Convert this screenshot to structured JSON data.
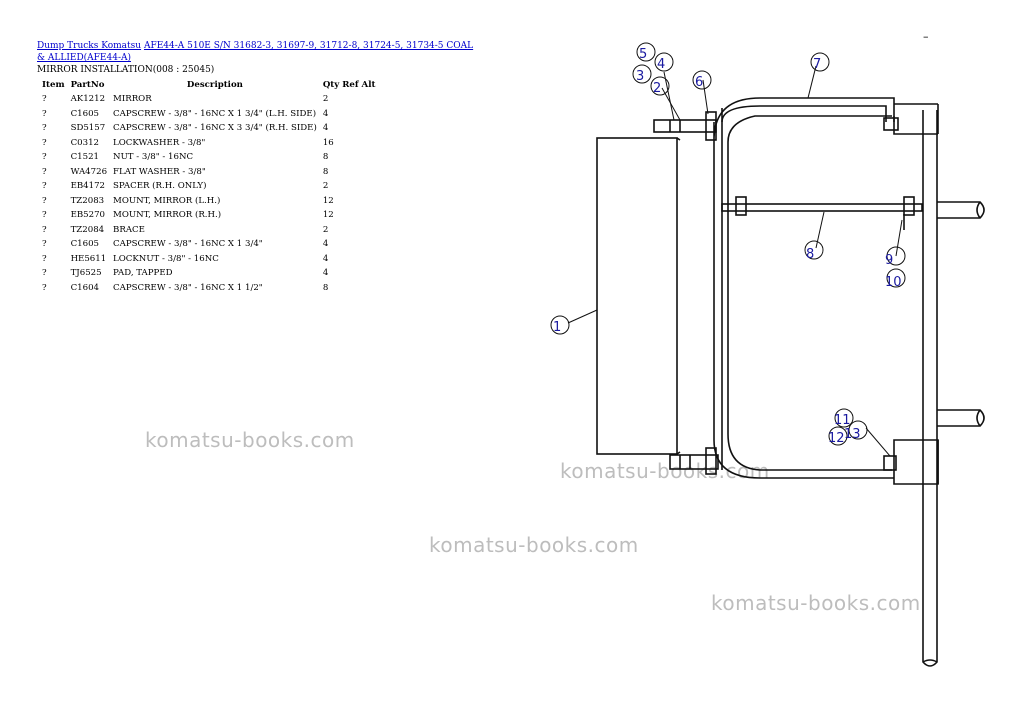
{
  "header": {
    "link_brand": "Dump Trucks Komatsu",
    "link_model": "AFE44-A 510E S/N 31682-3, 31697-9, 31712-8, 31724-5, 31734-5 COAL & ALLIED(AFE44-A)",
    "section": "MIRROR INSTALLATION(008 : 25045)"
  },
  "table": {
    "headers": [
      "Item",
      "PartNo",
      "Description",
      "Qty Ref Alt"
    ],
    "rows": [
      {
        "item": "?",
        "partno": "AK1212",
        "desc": "MIRROR",
        "qty": "2"
      },
      {
        "item": "?",
        "partno": "C1605",
        "desc": "CAPSCREW - 3/8\" - 16NC X 1 3/4\" (L.H. SIDE)",
        "qty": "4"
      },
      {
        "item": "?",
        "partno": "SD5157",
        "desc": "CAPSCREW - 3/8\" - 16NC X 3 3/4\" (R.H. SIDE)",
        "qty": "4"
      },
      {
        "item": "?",
        "partno": "C0312",
        "desc": "LOCKWASHER - 3/8\"",
        "qty": "16"
      },
      {
        "item": "?",
        "partno": "C1521",
        "desc": "NUT - 3/8\" - 16NC",
        "qty": "8"
      },
      {
        "item": "?",
        "partno": "WA4726",
        "desc": "FLAT WASHER - 3/8\"",
        "qty": "8"
      },
      {
        "item": "?",
        "partno": "EB4172",
        "desc": "SPACER (R.H. ONLY)",
        "qty": "2"
      },
      {
        "item": "?",
        "partno": "TZ2083",
        "desc": "MOUNT, MIRROR (L.H.)",
        "qty": "12"
      },
      {
        "item": "?",
        "partno": "EB5270",
        "desc": "MOUNT, MIRROR (R.H.)",
        "qty": "12"
      },
      {
        "item": "?",
        "partno": "TZ2084",
        "desc": "BRACE",
        "qty": "2"
      },
      {
        "item": "?",
        "partno": "C1605",
        "desc": "CAPSCREW - 3/8\" - 16NC X 1 3/4\"",
        "qty": "4"
      },
      {
        "item": "?",
        "partno": "HE5611",
        "desc": "LOCKNUT - 3/8\" - 16NC",
        "qty": "4"
      },
      {
        "item": "?",
        "partno": "TJ6525",
        "desc": "PAD, TAPPED",
        "qty": "4"
      },
      {
        "item": "?",
        "partno": "C1604",
        "desc": "CAPSCREW - 3/8\" - 16NC X 1 1/2\"",
        "qty": "8"
      }
    ]
  },
  "watermarks": [
    "komatsu-books.com",
    "komatsu-books.com",
    "komatsu-books.com",
    "komatsu-books.com"
  ],
  "corner_mark": "–",
  "diagram": {
    "callouts": [
      "1",
      "2",
      "3",
      "4",
      "5",
      "6",
      "7",
      "8",
      "9",
      "10",
      "11",
      "12",
      "13"
    ]
  }
}
